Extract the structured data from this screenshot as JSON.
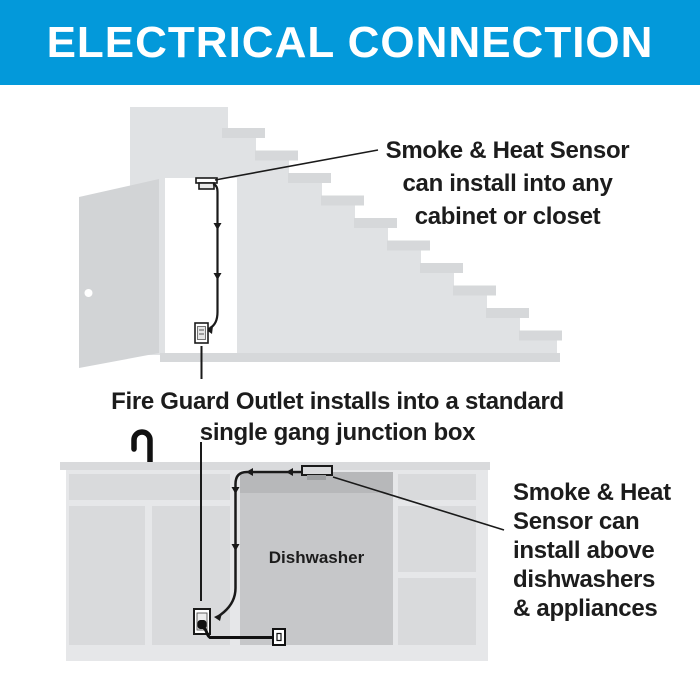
{
  "header": {
    "title": "ELECTRICAL CONNECTION"
  },
  "closet_scene": {
    "sensor_label": {
      "lines": [
        "Smoke & Heat Sensor",
        "can install into any",
        "cabinet or closet"
      ]
    },
    "outlet_label": {
      "lines": [
        "Fire Guard Outlet installs into a standard",
        "single gang junction box"
      ]
    }
  },
  "kitchen_scene": {
    "dishwasher_label": "Dishwasher",
    "sensor_label": {
      "lines": [
        "Smoke & Heat",
        "Sensor can",
        "install above",
        "dishwashers",
        "& appliances"
      ]
    }
  },
  "colors": {
    "banner_blue": "#0399da",
    "banner_text": "#ffffff",
    "wall_gray": "#e0e2e4",
    "tread_gray": "#d6d8da",
    "door_gray": "#d2d4d6",
    "cabinet_gray": "#e6e7e9",
    "panel_gray": "#d9dadc",
    "dishwasher_gray": "#c6c7c9",
    "dishwasher_band_gray": "#b7b8ba",
    "line_black": "#1a1a1a",
    "label_text": "#1c1c1c"
  }
}
